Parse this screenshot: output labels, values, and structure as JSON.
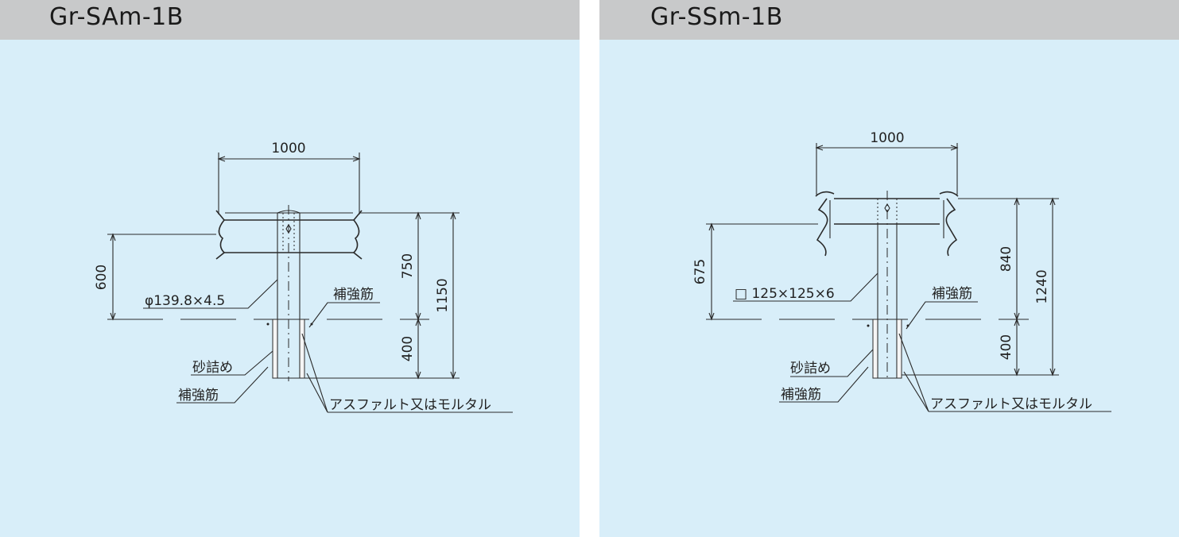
{
  "panels": [
    {
      "title": "Gr-SAm-1B",
      "dim_width": "1000",
      "dim_height_above": "600",
      "dim_rail": "750",
      "dim_total": "1150",
      "dim_embed": "400",
      "post_spec": "φ139.8×4.5",
      "label_rebar_top": "補強筋",
      "label_sand": "砂詰め",
      "label_rebar_bottom": "補強筋",
      "label_asphalt": "アスファルト又はモルタル"
    },
    {
      "title": "Gr-SSm-1B",
      "dim_width": "1000",
      "dim_height_above": "675",
      "dim_rail": "840",
      "dim_total": "1240",
      "dim_embed": "400",
      "post_spec": "□ 125×125×6",
      "label_rebar_top": "補強筋",
      "label_sand": "砂詰め",
      "label_rebar_bottom": "補強筋",
      "label_asphalt": "アスファルト又はモルタル"
    }
  ],
  "colors": {
    "panel_background": "#d8eef9",
    "header_background": "#c8c9ca",
    "line": "#2a2a2a"
  }
}
